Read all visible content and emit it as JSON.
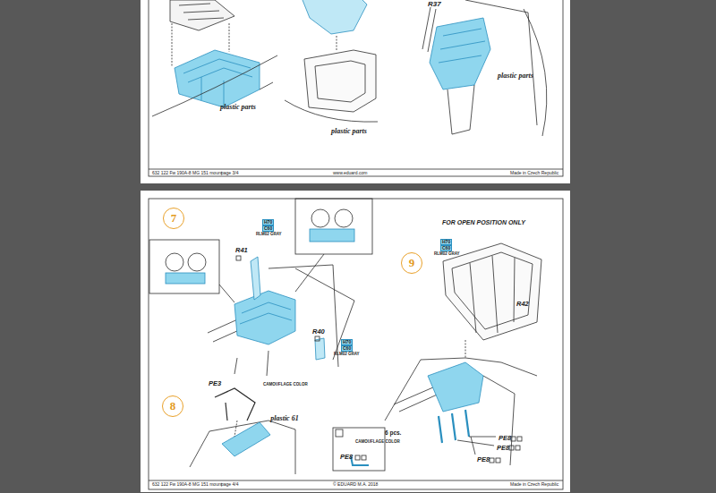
{
  "diagram": {
    "nodes": [
      {
        "text": [
          "7"
        ]
      },
      {
        "text": [
          "8"
        ]
      },
      {
        "text": [
          "9"
        ]
      }
    ],
    "labels": [
      "R37",
      "plastic parts",
      "plastic parts",
      "plastic parts",
      "632 122 Fw 190A-8 MG 151 mount",
      "page 3/4",
      "www.eduard.com",
      "Made in Czech Republic",
      "R41",
      "H70",
      "C60",
      "RLM02 GRAY",
      "R40",
      "H70",
      "C60",
      "RLM02 GRAY",
      "FOR OPEN POSITION ONLY",
      "H70",
      "C60",
      "RLM02 GRAY",
      "R42",
      "PE3",
      "CAMOUFLAGE COLOR",
      "plastic 61",
      "6 pcs.",
      "CAMOUFLAGE COLOR",
      "PE8",
      "PE8",
      "PE8",
      "PE8",
      "632 122 Fw 190A-8 MG 151 mount",
      "page 4/4",
      "© EDUARD M.A. 2018",
      "Made in Czech Republic"
    ]
  }
}
